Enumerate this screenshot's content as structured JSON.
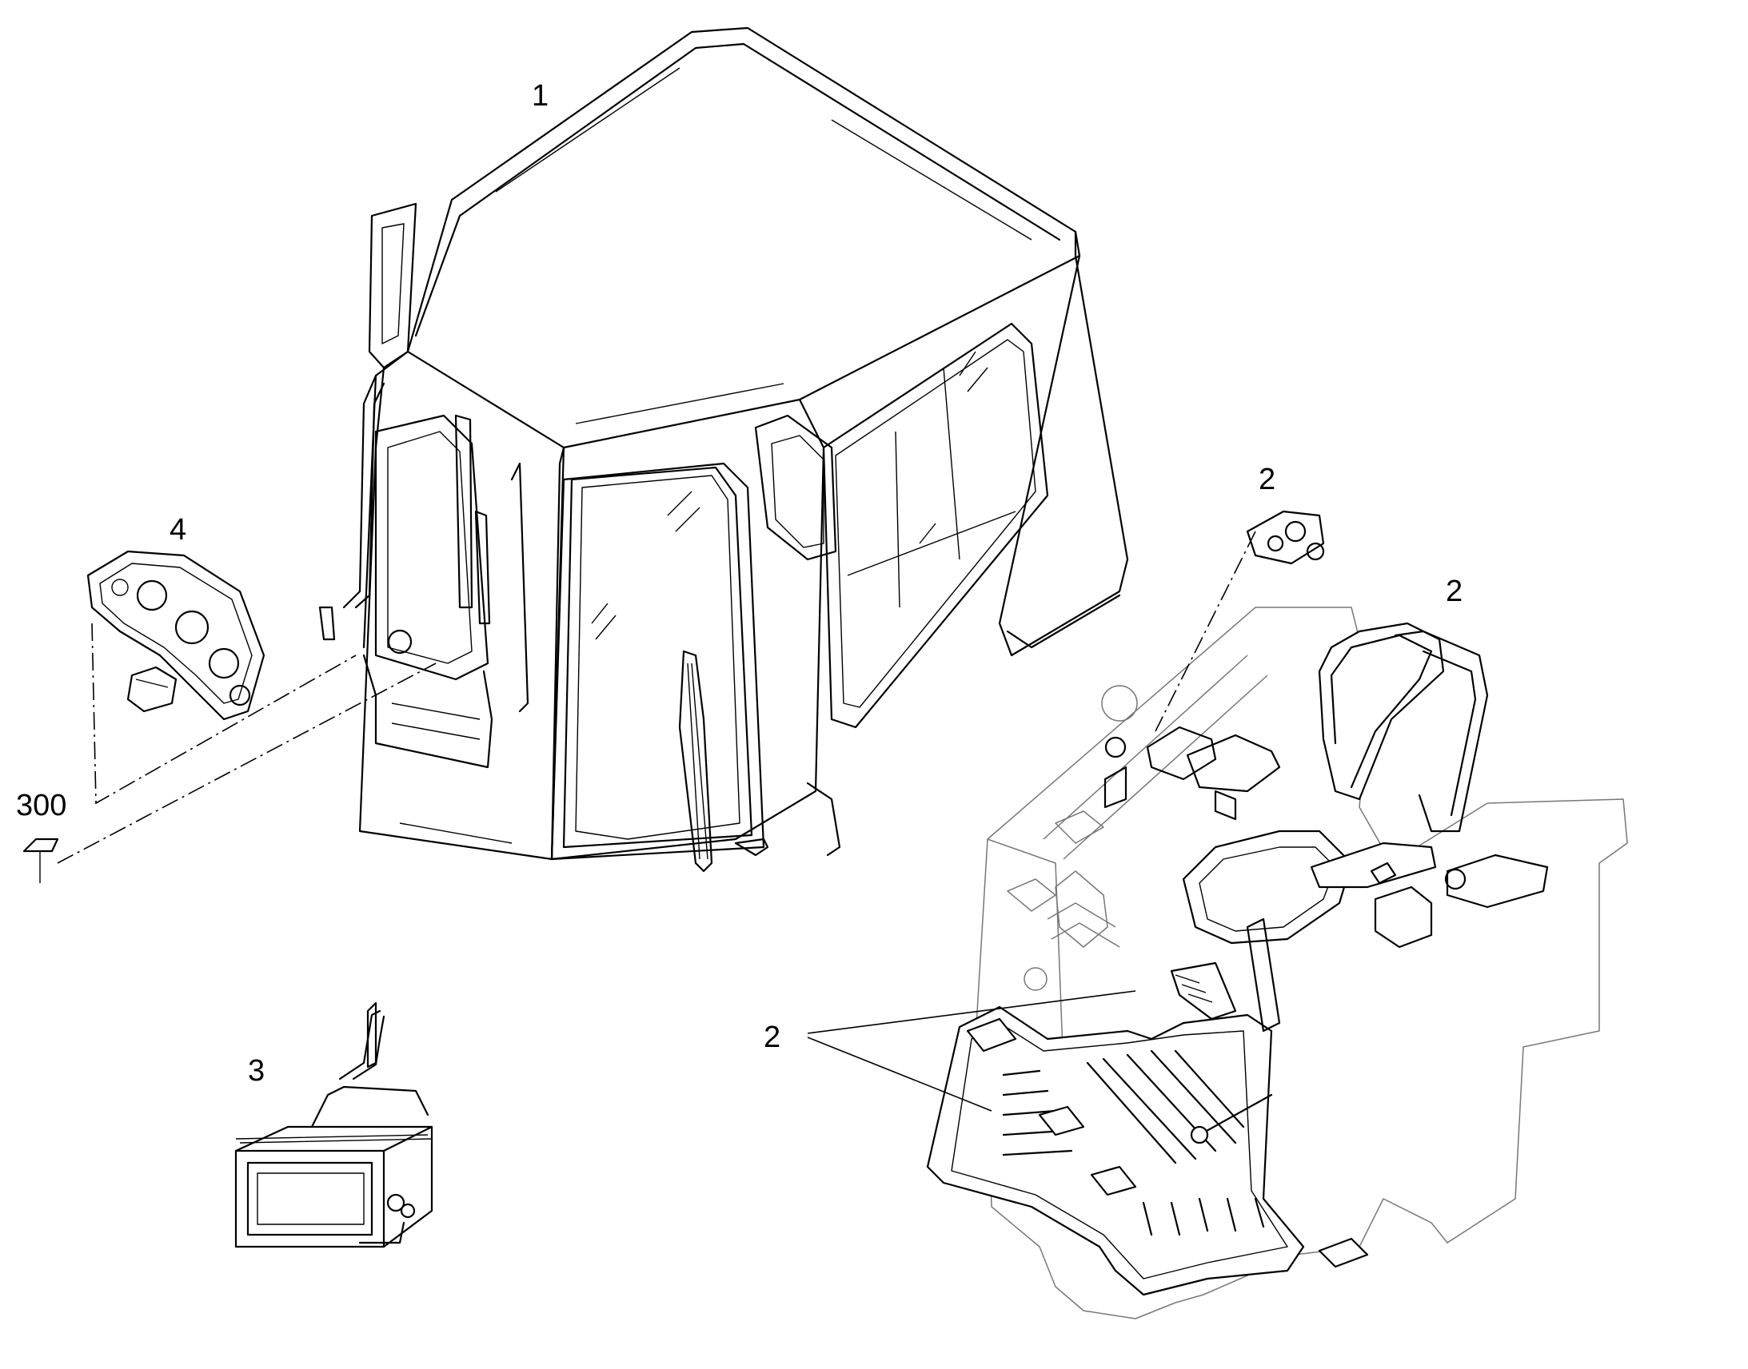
{
  "callouts": {
    "cab": "1",
    "control_panel": "2",
    "seat": "2",
    "floor_plate": "2",
    "heater_unit": "3",
    "instrument_cluster": "4",
    "decal": "300"
  }
}
